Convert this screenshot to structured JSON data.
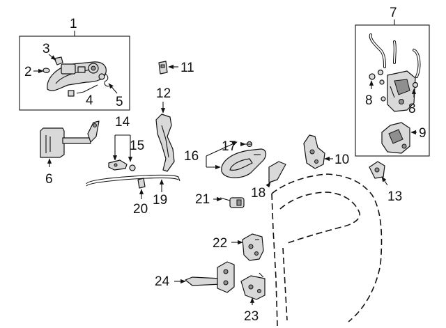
{
  "callouts": {
    "c1": "1",
    "c2": "2",
    "c3": "3",
    "c4": "4",
    "c5": "5",
    "c6": "6",
    "c7": "7",
    "c8a": "8",
    "c8b": "8",
    "c9": "9",
    "c10": "10",
    "c11": "11",
    "c12": "12",
    "c13": "13",
    "c14": "14",
    "c15": "15",
    "c16": "16",
    "c17": "17",
    "c18": "18",
    "c19": "19",
    "c20": "20",
    "c21": "21",
    "c22": "22",
    "c23": "23",
    "c24": "24"
  }
}
